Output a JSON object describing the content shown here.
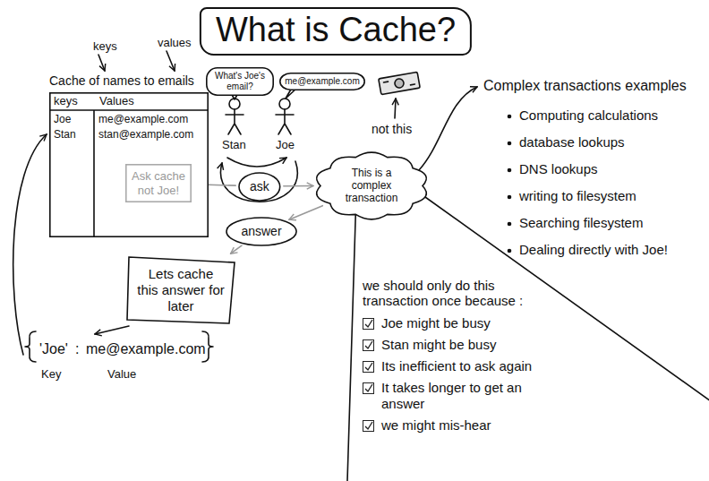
{
  "diagram": {
    "title": "What is Cache?",
    "nodes": [
      {
        "text": [
          "Cache of names to emails"
        ]
      },
      {
        "text": [
          "Ask cache not Joe!"
        ],
        "in": 0
      },
      {
        "text": [
          "What's Joe's email?"
        ]
      },
      {
        "text": [
          "me@example.com"
        ]
      },
      {
        "text": [
          "ask"
        ]
      },
      {
        "text": [
          "This is a complex transaction"
        ]
      },
      {
        "text": [
          "answer"
        ]
      },
      {
        "text": [
          "Lets cache this answer for later"
        ]
      },
      {
        "text": [
          "we should only do this transaction once because :",
          "Joe might be busy",
          "Stan might be busy",
          "Its inefficient to ask again",
          "It takes longer to get an answer",
          "we might mis-hear"
        ]
      }
    ],
    "edges": [
      {
        "from": 4,
        "to": 5,
        "arrow": "to"
      },
      {
        "from": 5,
        "to": 6,
        "arrow": "to"
      },
      {
        "from": 4,
        "to": 1,
        "arrow": "none"
      },
      {
        "from": 6,
        "to": 7,
        "arrow": "to"
      }
    ],
    "labels": [
      "keys",
      "values",
      "keys",
      "Values",
      "Joe",
      "me@example.com",
      "Stan",
      "stan@example.com",
      "Stan",
      "Joe",
      "not this",
      "Complex transactions examples",
      "Computing calculations",
      "database lookups",
      "DNS lookups",
      "writing to filesystem",
      "Searching filesystem",
      "Dealing directly with Joe!",
      "'Joe'",
      ":",
      "me@example.com",
      "Key",
      "Value"
    ]
  }
}
